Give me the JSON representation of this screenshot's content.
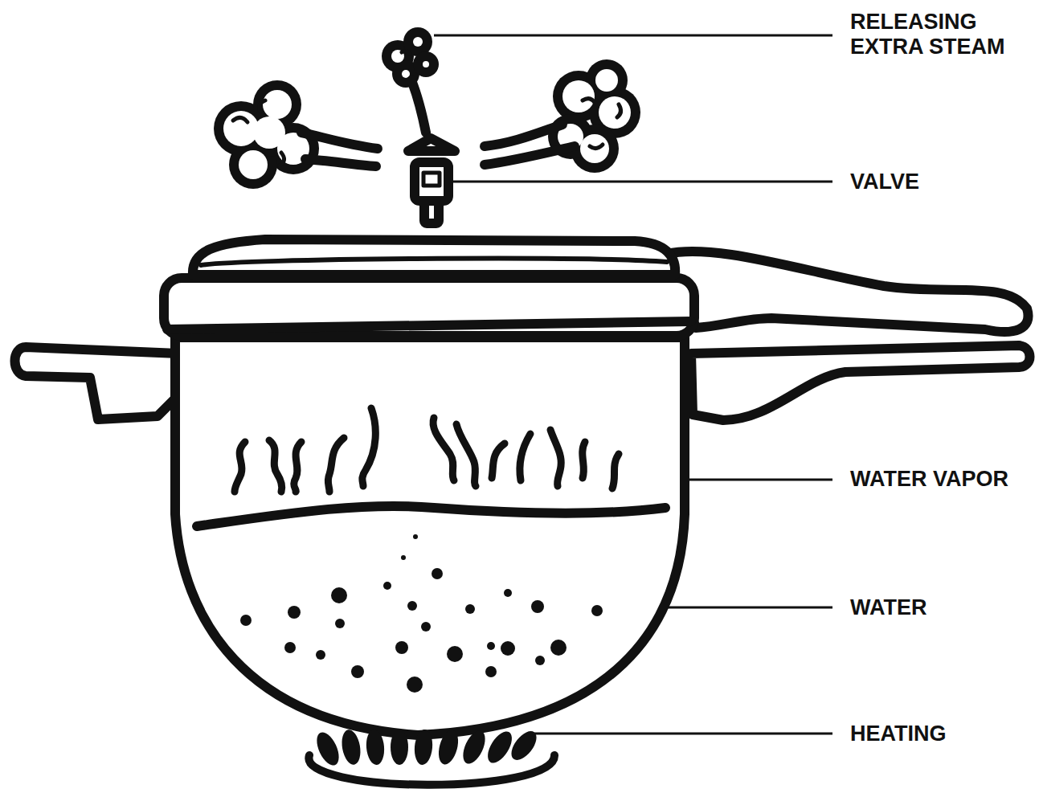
{
  "diagram": {
    "labels": [
      "RELEASING EXTRA STEAM",
      "VALVE",
      "WATER VAPOR",
      "WATER",
      "HEATING"
    ]
  }
}
